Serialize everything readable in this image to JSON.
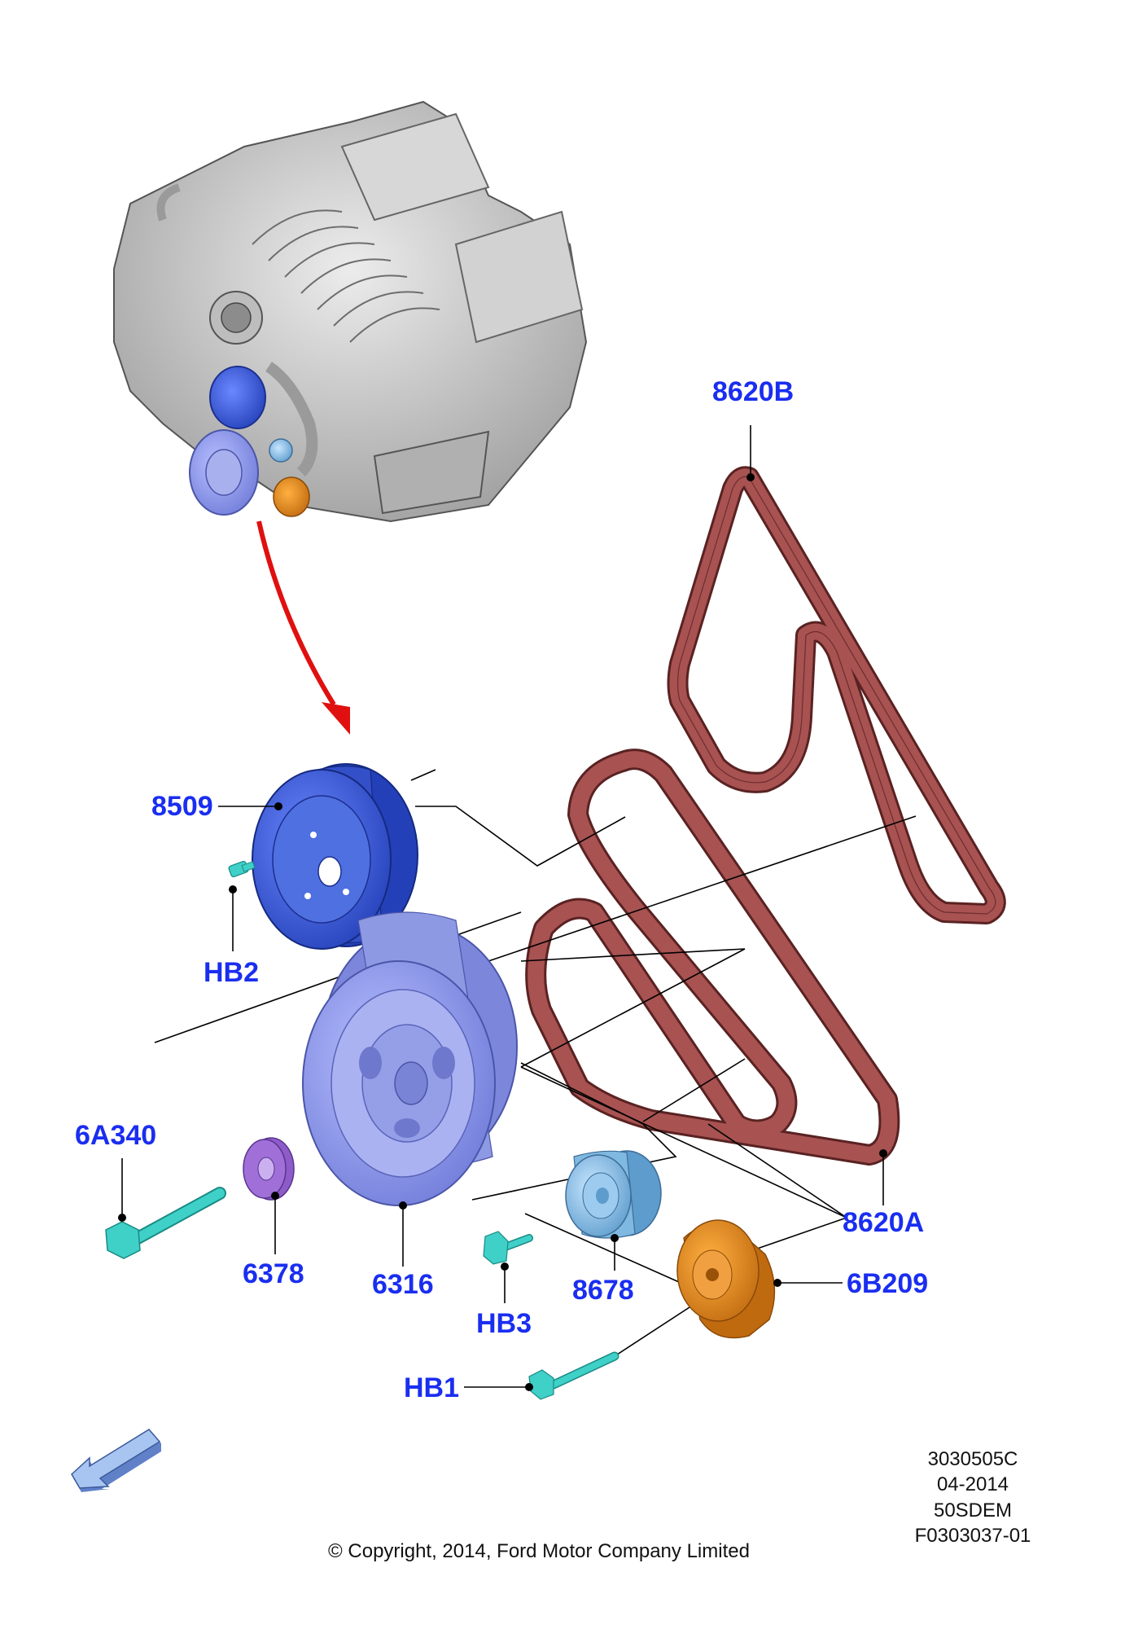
{
  "colors": {
    "callout": "#1a2ef0",
    "belt": "#a85252",
    "belt_edge": "#5a2222",
    "water_pump_pulley": "#3c5fd6",
    "crank_pulley": "#8f9ae8",
    "washer": "#a070d8",
    "bolt": "#3fd0c8",
    "idler": "#7fb8e0",
    "tensioner": "#e08a20",
    "arrow_red": "#e01010",
    "nav_arrow": "#a8c4f0",
    "engine": "#c8c8c8"
  },
  "callouts": {
    "belt_upper": "8620B",
    "belt_lower": "8620A",
    "water_pump_pulley": "8509",
    "bolt_hb2": "HB2",
    "crank_bolt": "6A340",
    "washer": "6378",
    "crank_pulley": "6316",
    "bolt_hb3": "HB3",
    "idler_pulley": "8678",
    "tensioner": "6B209",
    "bolt_hb1": "HB1"
  },
  "footer": {
    "ref_lines": [
      "3030505C",
      "04-2014",
      "50SDEM",
      "F0303037-01"
    ],
    "copyright": "© Copyright, 2014, Ford Motor Company Limited"
  },
  "icons": {
    "nav": "back-arrow-icon"
  }
}
